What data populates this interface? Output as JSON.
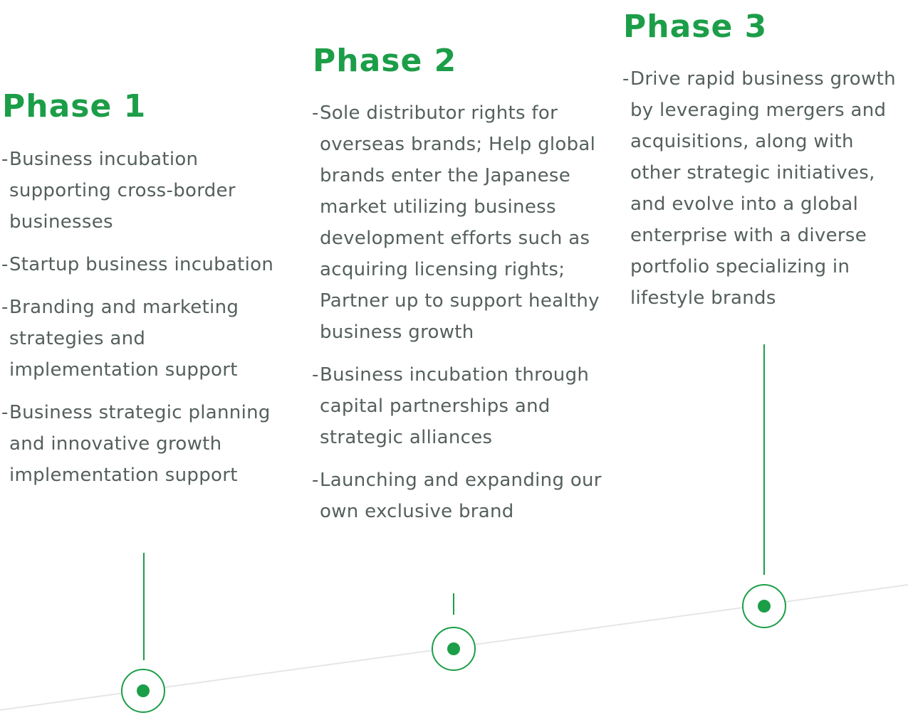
{
  "phases": [
    {
      "title": "Phase 1",
      "items": [
        "Business incubation supporting cross-border businesses",
        "Startup business incubation",
        "Branding and marketing strategies and implementation support",
        "Business strategic planning and innovative growth implementation support"
      ]
    },
    {
      "title": "Phase 2",
      "items": [
        "Sole distributor rights for overseas brands; Help global brands enter the Japanese market utilizing business development efforts such as acquiring licensing rights; Partner up to support healthy business growth",
        "Business incubation through capital partnerships and strategic alliances",
        "Launching and expanding our own exclusive brand"
      ]
    },
    {
      "title": "Phase 3",
      "items": [
        "Drive rapid business growth by leveraging mergers and acquisitions, along with other strategic initiatives, and evolve into a global enterprise with a diverse portfolio specializing in lifestyle brands"
      ]
    }
  ],
  "colors": {
    "accent": "#1c9e48",
    "text": "#55605b",
    "timeline": "#e6e6e6"
  }
}
